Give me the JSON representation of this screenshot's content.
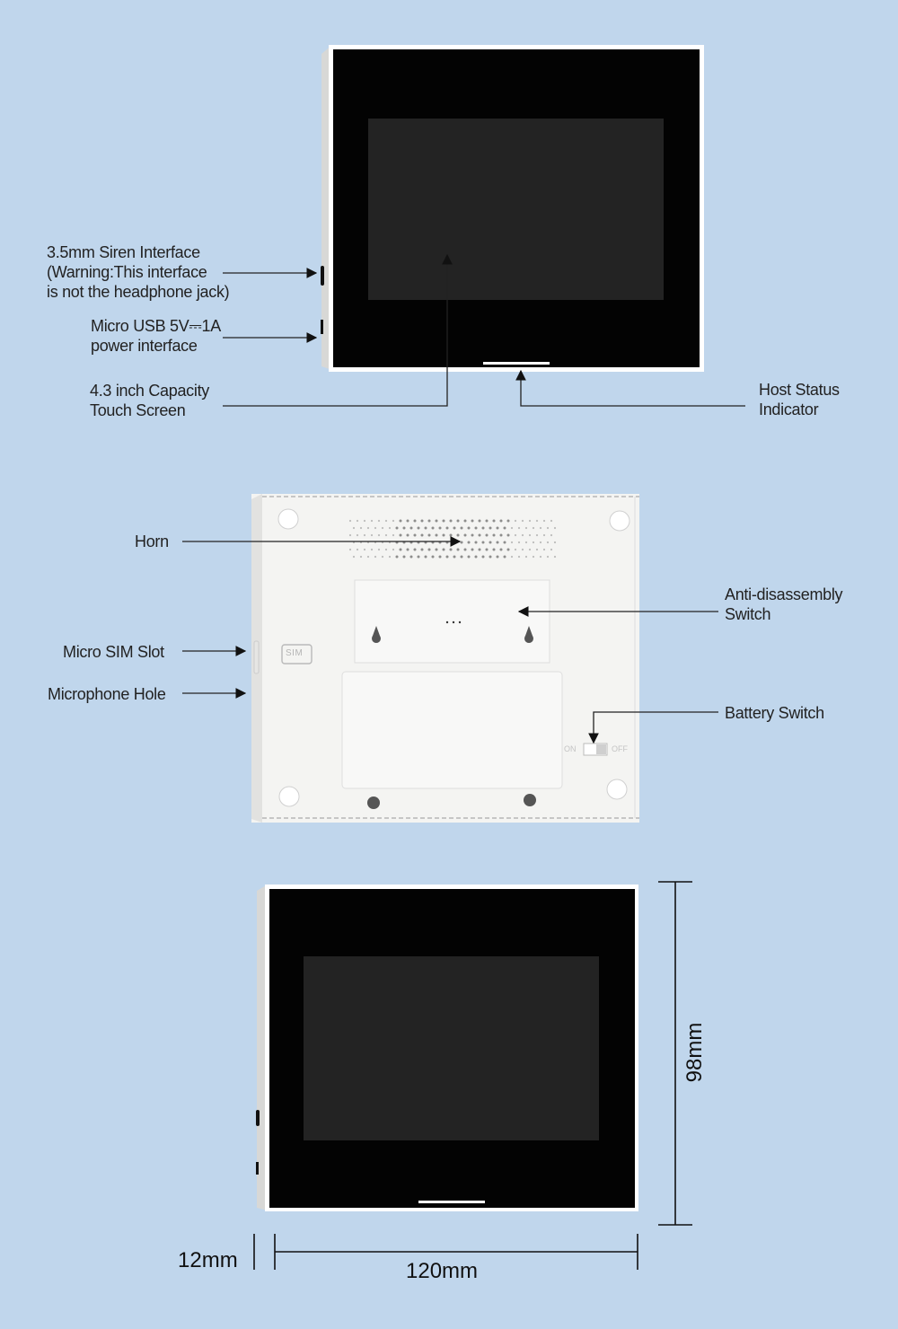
{
  "panel_front": {
    "labels": {
      "siren_l1": "3.5mm Siren Interface",
      "siren_l2": "(Warning:This interface",
      "siren_l3": "is not the headphone jack)",
      "usb_l1": "Micro USB 5V⎓1A",
      "usb_l2": "power interface",
      "screen_l1": "4.3 inch Capacity",
      "screen_l2": "Touch Screen",
      "status_l1": "Host Status",
      "status_l2": "Indicator"
    }
  },
  "panel_back": {
    "labels": {
      "horn": "Horn",
      "sim_slot": "Micro SIM Slot",
      "microphone": "Microphone Hole",
      "anti_l1": "Anti-disassembly",
      "anti_l2": "Switch",
      "battery": "Battery Switch"
    },
    "sim_mark": "SIM",
    "switch_on": "ON",
    "switch_off": "OFF"
  },
  "panel_dimensions": {
    "height": "98mm",
    "depth": "12mm",
    "width": "120mm"
  },
  "colors": {
    "background": "#c0d6ec",
    "device_black": "#030303",
    "screen_inner": "#232323",
    "device_white": "#f4f4f2",
    "line": "#222222"
  }
}
